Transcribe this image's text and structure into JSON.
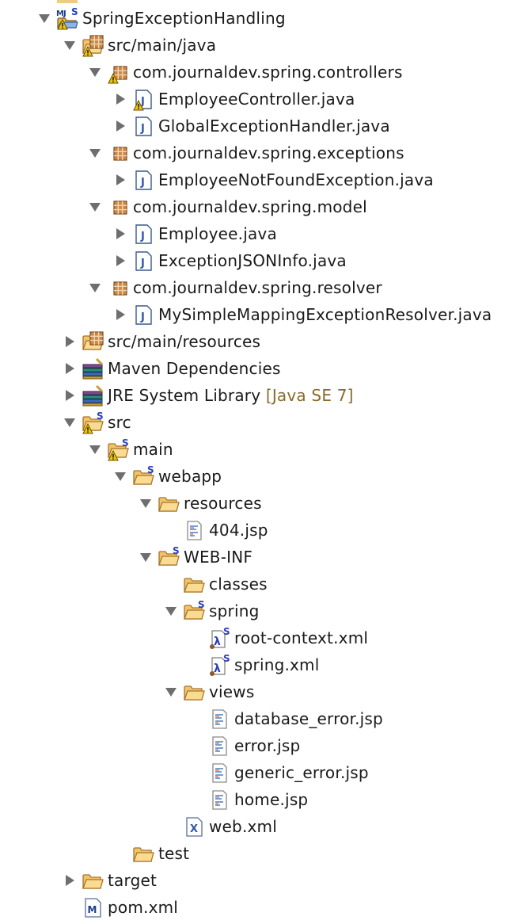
{
  "tree": {
    "items": [
      {
        "label": "SpringExceptionHandling",
        "depth": 0,
        "twisty": "open",
        "icon": "maven-spring-project-icon"
      },
      {
        "label": "src/main/java",
        "depth": 1,
        "twisty": "open",
        "icon": "source-folder-warning-icon"
      },
      {
        "label": "com.journaldev.spring.controllers",
        "depth": 2,
        "twisty": "open",
        "icon": "package-warning-icon"
      },
      {
        "label": "EmployeeController.java",
        "depth": 3,
        "twisty": "closed",
        "icon": "java-file-warning-icon"
      },
      {
        "label": "GlobalExceptionHandler.java",
        "depth": 3,
        "twisty": "closed",
        "icon": "java-file-icon"
      },
      {
        "label": "com.journaldev.spring.exceptions",
        "depth": 2,
        "twisty": "open",
        "icon": "package-icon"
      },
      {
        "label": "EmployeeNotFoundException.java",
        "depth": 3,
        "twisty": "closed",
        "icon": "java-file-icon"
      },
      {
        "label": "com.journaldev.spring.model",
        "depth": 2,
        "twisty": "open",
        "icon": "package-icon"
      },
      {
        "label": "Employee.java",
        "depth": 3,
        "twisty": "closed",
        "icon": "java-file-icon"
      },
      {
        "label": "ExceptionJSONInfo.java",
        "depth": 3,
        "twisty": "closed",
        "icon": "java-file-icon"
      },
      {
        "label": "com.journaldev.spring.resolver",
        "depth": 2,
        "twisty": "open",
        "icon": "package-icon"
      },
      {
        "label": "MySimpleMappingExceptionResolver.java",
        "depth": 3,
        "twisty": "closed",
        "icon": "java-file-icon"
      },
      {
        "label": "src/main/resources",
        "depth": 1,
        "twisty": "closed",
        "icon": "source-folder-icon"
      },
      {
        "label": "Maven Dependencies",
        "depth": 1,
        "twisty": "closed",
        "icon": "library-icon"
      },
      {
        "label": "JRE System Library",
        "decoration": "[Java SE 7]",
        "depth": 1,
        "twisty": "closed",
        "icon": "library-icon"
      },
      {
        "label": "src",
        "depth": 1,
        "twisty": "open",
        "icon": "spring-folder-warning-icon"
      },
      {
        "label": "main",
        "depth": 2,
        "twisty": "open",
        "icon": "spring-folder-warning-icon"
      },
      {
        "label": "webapp",
        "depth": 3,
        "twisty": "open",
        "icon": "spring-folder-icon"
      },
      {
        "label": "resources",
        "depth": 4,
        "twisty": "open",
        "icon": "folder-icon"
      },
      {
        "label": "404.jsp",
        "depth": 5,
        "twisty": "none",
        "icon": "jsp-file-icon"
      },
      {
        "label": "WEB-INF",
        "depth": 4,
        "twisty": "open",
        "icon": "spring-folder-icon"
      },
      {
        "label": "classes",
        "depth": 5,
        "twisty": "none",
        "icon": "folder-icon"
      },
      {
        "label": "spring",
        "depth": 5,
        "twisty": "open",
        "icon": "spring-folder-icon"
      },
      {
        "label": "root-context.xml",
        "depth": 6,
        "twisty": "none",
        "icon": "spring-bean-xml-icon"
      },
      {
        "label": "spring.xml",
        "depth": 6,
        "twisty": "none",
        "icon": "spring-bean-xml-icon"
      },
      {
        "label": "views",
        "depth": 5,
        "twisty": "open",
        "icon": "folder-icon"
      },
      {
        "label": "database_error.jsp",
        "depth": 6,
        "twisty": "none",
        "icon": "jsp-file-icon"
      },
      {
        "label": "error.jsp",
        "depth": 6,
        "twisty": "none",
        "icon": "jsp-file-icon"
      },
      {
        "label": "generic_error.jsp",
        "depth": 6,
        "twisty": "none",
        "icon": "jsp-file-icon"
      },
      {
        "label": "home.jsp",
        "depth": 6,
        "twisty": "none",
        "icon": "jsp-file-icon"
      },
      {
        "label": "web.xml",
        "depth": 5,
        "twisty": "none",
        "icon": "xml-file-icon"
      },
      {
        "label": "test",
        "depth": 3,
        "twisty": "none",
        "icon": "folder-icon"
      },
      {
        "label": "target",
        "depth": 1,
        "twisty": "closed",
        "icon": "folder-icon"
      },
      {
        "label": "pom.xml",
        "depth": 1,
        "twisty": "none",
        "icon": "maven-pom-icon"
      }
    ]
  }
}
